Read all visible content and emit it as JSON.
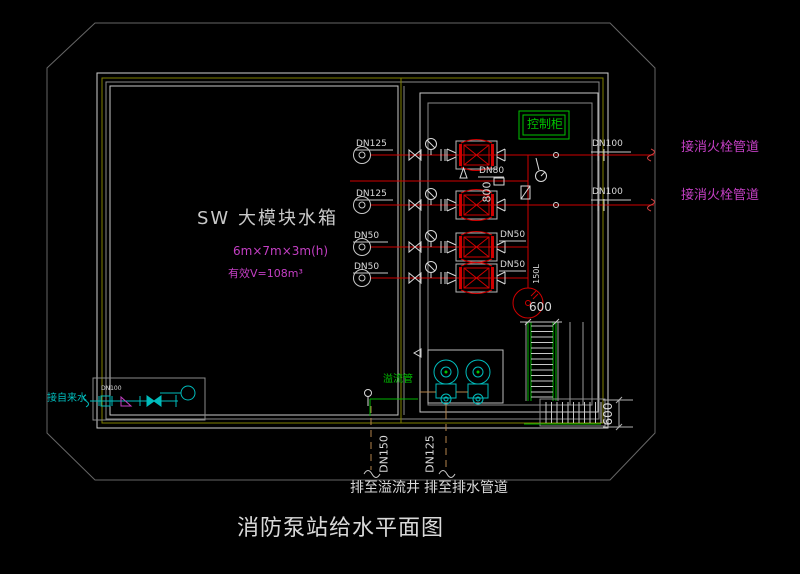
{
  "title": "消防泵站给水平面图",
  "tank": {
    "name": "SW 大模块水箱",
    "size": "6m×7m×3m(h)",
    "volume": "有效V=108m³"
  },
  "cabinet": {
    "label": "控制柜"
  },
  "suction": {
    "labels": [
      "DN125",
      "DN125",
      "DN50",
      "DN50"
    ]
  },
  "discharge": {
    "dn80": "DN80",
    "dn50_a": "DN50",
    "dn50_b": "DN50",
    "riser": "150L"
  },
  "outlets": {
    "dn100_a": "DN100",
    "dn100_b": "DN100",
    "note_a": "接消火栓管道",
    "note_b": "接消火栓管道"
  },
  "overflow": {
    "label": "溢流管"
  },
  "drains": {
    "dn150": "DN150",
    "dn125": "DN125",
    "note_overflow": "排至溢流井",
    "note_drain": "排至排水管道"
  },
  "tap": {
    "label": "接自来水",
    "dn": "DN100"
  },
  "dims": {
    "d800": "800",
    "d600_ladder": "600",
    "d600_grate": "600"
  },
  "colors": {
    "pipe_red": "#cf0000",
    "equipment_cyan": "#00bcbc",
    "note_magenta": "#c43fc4",
    "overflow_green": "#00c300",
    "wall_olive": "#7f7f00",
    "drain_tan": "#b5854b",
    "line_white": "#c9c9c9"
  }
}
